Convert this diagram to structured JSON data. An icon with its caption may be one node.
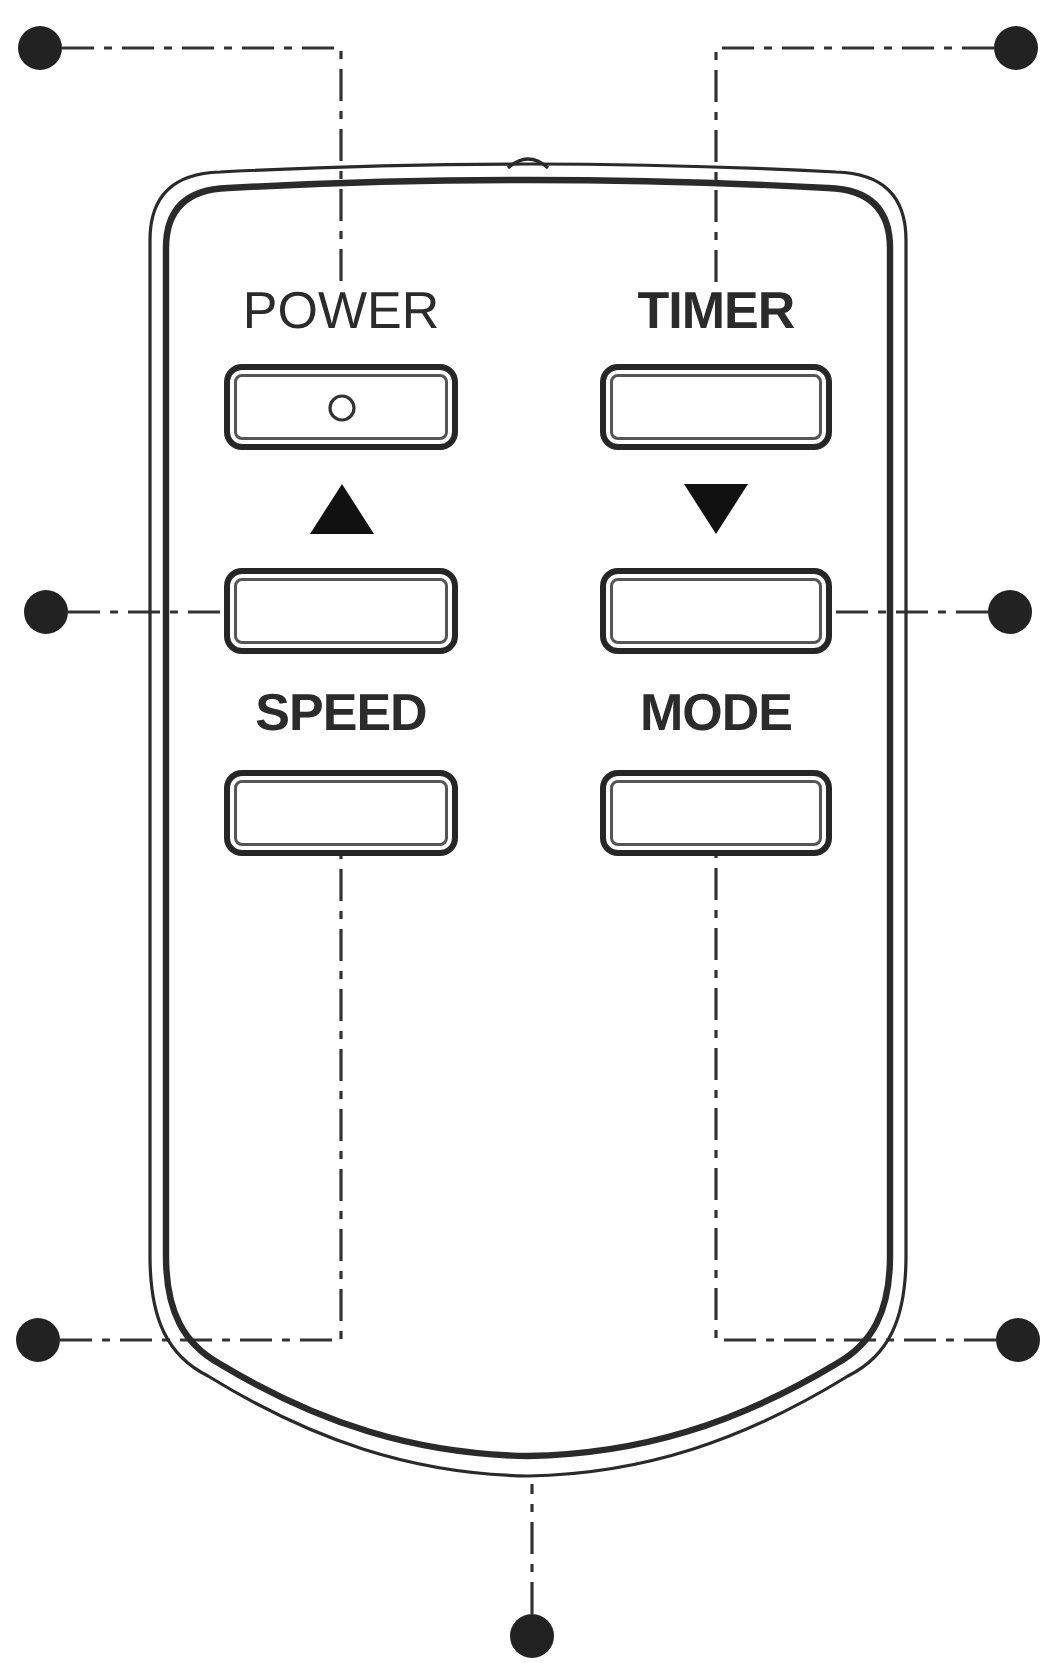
{
  "diagram": {
    "nodes": [
      {
        "text": [],
        "shape": "circle"
      },
      {
        "text": [],
        "shape": "circle"
      },
      {
        "text": [],
        "shape": "box"
      },
      {
        "text": [
          "POWER"
        ],
        "in": 2
      },
      {
        "text": [
          "TIMER"
        ],
        "in": 2
      },
      {
        "text": [],
        "shape": "circle"
      },
      {
        "text": [],
        "shape": "box",
        "in": 2
      },
      {
        "text": [],
        "shape": "box",
        "in": 2
      },
      {
        "text": [],
        "shape": "circle"
      },
      {
        "text": [
          "SPEED"
        ],
        "in": 2
      },
      {
        "text": [
          "MODE"
        ],
        "in": 2
      },
      {
        "text": [],
        "shape": "circle"
      },
      {
        "text": [],
        "shape": "circle"
      },
      {
        "text": [],
        "shape": "circle"
      }
    ],
    "edges": [
      {
        "from": 0,
        "to": 3,
        "arrow": "none",
        "style": "dashed"
      },
      {
        "from": 1,
        "to": 4,
        "arrow": "none",
        "style": "dashed"
      },
      {
        "from": 5,
        "to": 6,
        "arrow": "none",
        "style": "dashed"
      },
      {
        "from": 8,
        "to": 7,
        "arrow": "none",
        "style": "dashed"
      },
      {
        "from": 11,
        "to": 9,
        "arrow": "none",
        "style": "dashed"
      },
      {
        "from": 12,
        "to": 10,
        "arrow": "none",
        "style": "dashed"
      },
      {
        "from": 13,
        "to": 2,
        "arrow": "none",
        "style": "dashed"
      }
    ]
  }
}
